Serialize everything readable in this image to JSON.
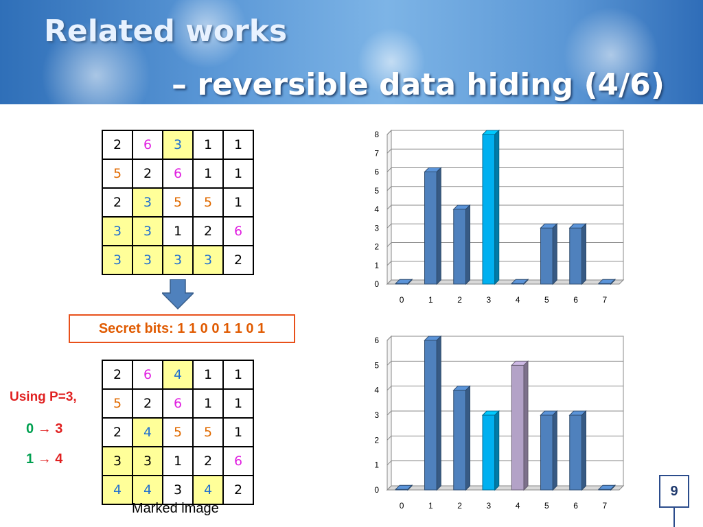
{
  "slide": {
    "title_line1": "Related works",
    "title_line2": "– reversible data hiding (4/6)",
    "page_number": "9"
  },
  "original_table": {
    "rows": [
      [
        {
          "v": "2",
          "c": "#000"
        },
        {
          "v": "6",
          "c": "#e020e0"
        },
        {
          "v": "3",
          "c": "#1f6fd0",
          "hl": true
        },
        {
          "v": "1",
          "c": "#000"
        },
        {
          "v": "1",
          "c": "#000"
        }
      ],
      [
        {
          "v": "5",
          "c": "#e06a00"
        },
        {
          "v": "2",
          "c": "#000"
        },
        {
          "v": "6",
          "c": "#e020e0"
        },
        {
          "v": "1",
          "c": "#000"
        },
        {
          "v": "1",
          "c": "#000"
        }
      ],
      [
        {
          "v": "2",
          "c": "#000"
        },
        {
          "v": "3",
          "c": "#1f6fd0",
          "hl": true
        },
        {
          "v": "5",
          "c": "#e06a00"
        },
        {
          "v": "5",
          "c": "#e06a00"
        },
        {
          "v": "1",
          "c": "#000"
        }
      ],
      [
        {
          "v": "3",
          "c": "#1f6fd0",
          "hl": true
        },
        {
          "v": "3",
          "c": "#1f6fd0",
          "hl": true
        },
        {
          "v": "1",
          "c": "#000"
        },
        {
          "v": "2",
          "c": "#000"
        },
        {
          "v": "6",
          "c": "#e020e0"
        }
      ],
      [
        {
          "v": "3",
          "c": "#1f6fd0",
          "hl": true
        },
        {
          "v": "3",
          "c": "#1f6fd0",
          "hl": true
        },
        {
          "v": "3",
          "c": "#1f6fd0",
          "hl": true
        },
        {
          "v": "3",
          "c": "#1f6fd0",
          "hl": true
        },
        {
          "v": "2",
          "c": "#000"
        }
      ]
    ]
  },
  "secret": {
    "label": "Secret bits:  1 1 0 0 1 1 0 1"
  },
  "marked_table": {
    "rows": [
      [
        {
          "v": "2",
          "c": "#000"
        },
        {
          "v": "6",
          "c": "#e020e0"
        },
        {
          "v": "4",
          "c": "#1f6fd0",
          "hl": true
        },
        {
          "v": "1",
          "c": "#000"
        },
        {
          "v": "1",
          "c": "#000"
        }
      ],
      [
        {
          "v": "5",
          "c": "#e06a00"
        },
        {
          "v": "2",
          "c": "#000"
        },
        {
          "v": "6",
          "c": "#e020e0"
        },
        {
          "v": "1",
          "c": "#000"
        },
        {
          "v": "1",
          "c": "#000"
        }
      ],
      [
        {
          "v": "2",
          "c": "#000"
        },
        {
          "v": "4",
          "c": "#1f6fd0",
          "hl": true
        },
        {
          "v": "5",
          "c": "#e06a00"
        },
        {
          "v": "5",
          "c": "#e06a00"
        },
        {
          "v": "1",
          "c": "#000"
        }
      ],
      [
        {
          "v": "3",
          "c": "#000",
          "hl": true
        },
        {
          "v": "3",
          "c": "#000",
          "hl": true
        },
        {
          "v": "1",
          "c": "#000"
        },
        {
          "v": "2",
          "c": "#000"
        },
        {
          "v": "6",
          "c": "#e020e0"
        }
      ],
      [
        {
          "v": "4",
          "c": "#1f6fd0",
          "hl": true
        },
        {
          "v": "4",
          "c": "#1f6fd0",
          "hl": true
        },
        {
          "v": "3",
          "c": "#000"
        },
        {
          "v": "4",
          "c": "#1f6fd0",
          "hl": true
        },
        {
          "v": "2",
          "c": "#000"
        }
      ]
    ],
    "caption": "Marked image"
  },
  "rule": {
    "using": "Using P=3,",
    "map1_from": "0",
    "map1_arrow": "→",
    "map1_to": "3",
    "map2_from": "1",
    "map2_arrow": "→",
    "map2_to": "4"
  },
  "chart_data": [
    {
      "type": "bar",
      "categories": [
        "0",
        "1",
        "2",
        "3",
        "4",
        "5",
        "6",
        "7"
      ],
      "values": [
        0,
        6,
        4,
        8,
        0,
        3,
        3,
        0
      ],
      "colors": [
        "#4f81bd",
        "#4f81bd",
        "#4f81bd",
        "#00b0f0",
        "#4f81bd",
        "#4f81bd",
        "#4f81bd",
        "#4f81bd"
      ],
      "ylim": [
        0,
        8
      ],
      "yticks": [
        "0",
        "1",
        "2",
        "3",
        "4",
        "5",
        "6",
        "7",
        "8"
      ],
      "grid": true
    },
    {
      "type": "bar",
      "categories": [
        "0",
        "1",
        "2",
        "3",
        "4",
        "5",
        "6",
        "7"
      ],
      "values": [
        0,
        6,
        4,
        3,
        5,
        3,
        3,
        0
      ],
      "colors": [
        "#4f81bd",
        "#4f81bd",
        "#4f81bd",
        "#00b0f0",
        "#b3a2c7",
        "#4f81bd",
        "#4f81bd",
        "#4f81bd"
      ],
      "ylim": [
        0,
        6
      ],
      "yticks": [
        "0",
        "1",
        "2",
        "3",
        "4",
        "5",
        "6"
      ],
      "grid": true
    }
  ]
}
